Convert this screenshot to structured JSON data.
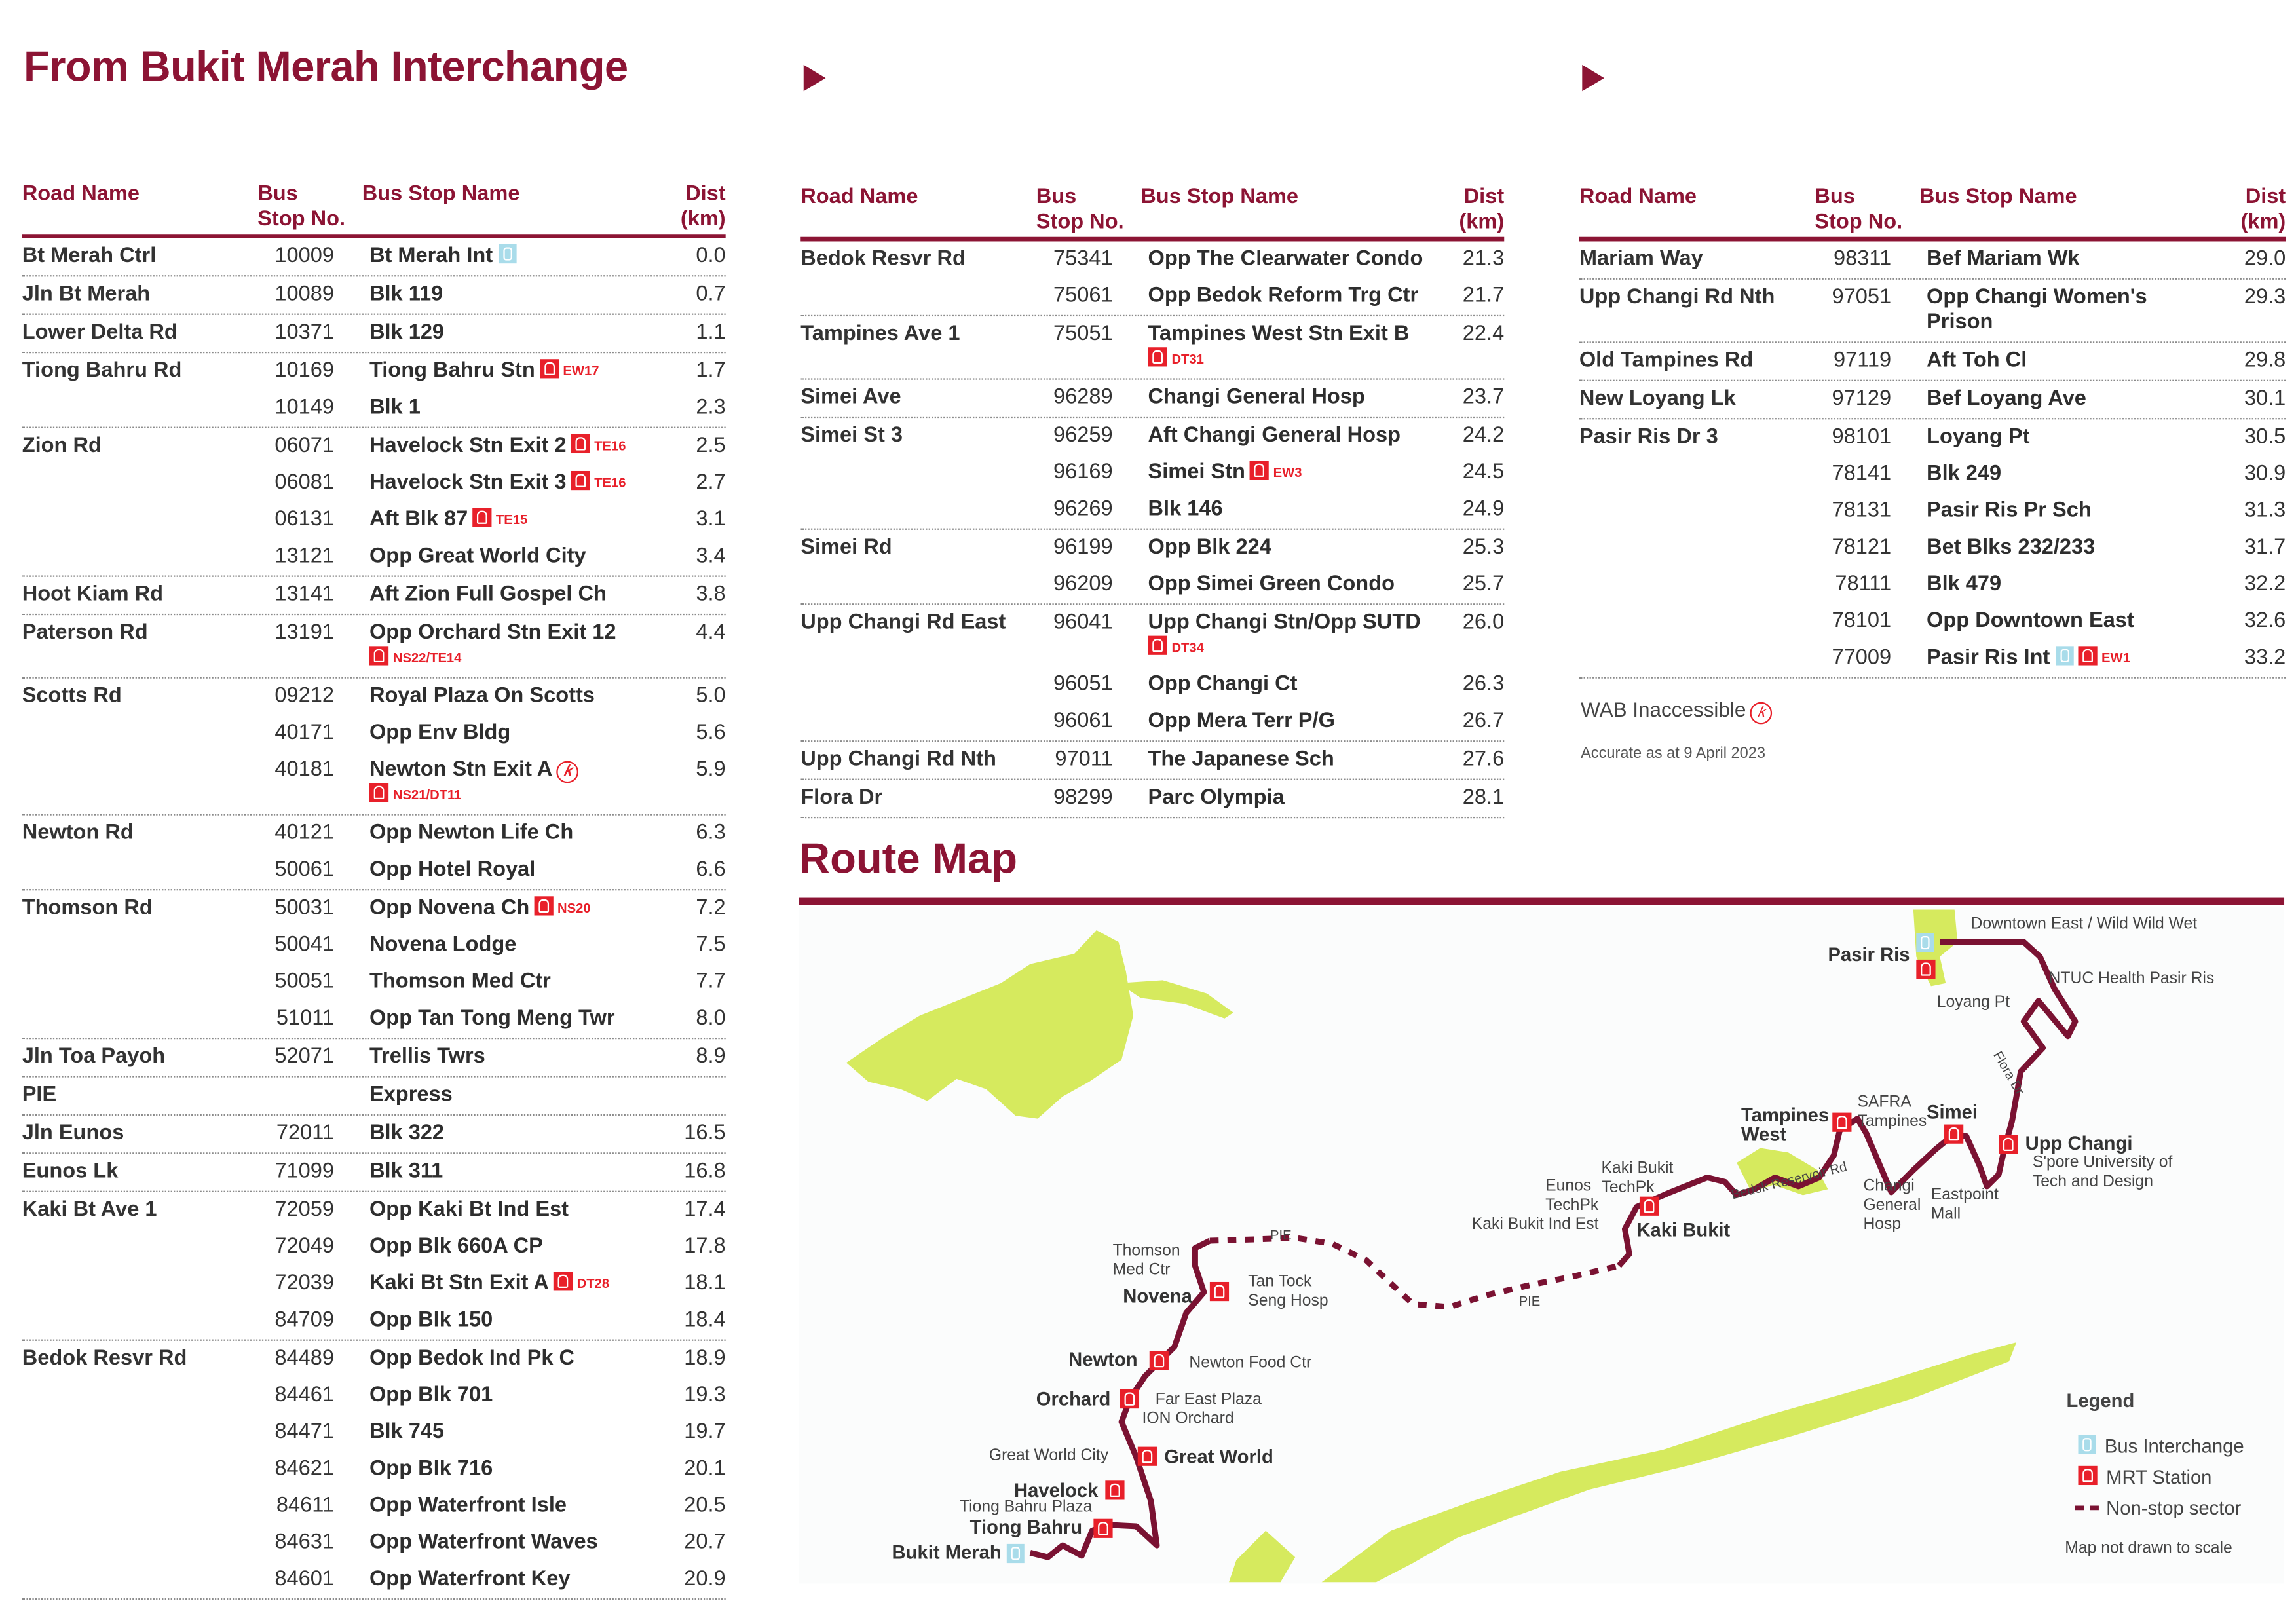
{
  "title": "From Bukit Merah Interchange",
  "headers": {
    "road": "Road Name",
    "bus": "Bus",
    "stop_no": "Stop No.",
    "stop_name": "Bus Stop Name",
    "dist": "Dist",
    "km": "(km)"
  },
  "columns": [
    {
      "groups": [
        {
          "road": "Bt Merah Ctrl",
          "stops": [
            {
              "no": "10009",
              "name": "Bt Merah Int",
              "icon": "int",
              "dist": "0.0"
            }
          ]
        },
        {
          "road": "Jln Bt Merah",
          "stops": [
            {
              "no": "10089",
              "name": "Blk 119",
              "dist": "0.7"
            }
          ]
        },
        {
          "road": "Lower Delta Rd",
          "stops": [
            {
              "no": "10371",
              "name": "Blk 129",
              "dist": "1.1"
            }
          ]
        },
        {
          "road": "Tiong Bahru Rd",
          "stops": [
            {
              "no": "10169",
              "name": "Tiong Bahru Stn",
              "icon": "mrt",
              "code": "EW17",
              "dist": "1.7"
            },
            {
              "no": "10149",
              "name": "Blk 1",
              "dist": "2.3"
            }
          ]
        },
        {
          "road": "Zion Rd",
          "stops": [
            {
              "no": "06071",
              "name": "Havelock Stn Exit 2",
              "icon": "mrt",
              "code": "TE16",
              "dist": "2.5"
            },
            {
              "no": "06081",
              "name": "Havelock Stn Exit 3",
              "icon": "mrt",
              "code": "TE16",
              "dist": "2.7"
            },
            {
              "no": "06131",
              "name": "Aft Blk 87",
              "icon": "mrt",
              "code": "TE15",
              "dist": "3.1"
            },
            {
              "no": "13121",
              "name": "Opp Great World City",
              "dist": "3.4"
            }
          ]
        },
        {
          "road": "Hoot Kiam Rd",
          "stops": [
            {
              "no": "13141",
              "name": "Aft Zion Full Gospel Ch",
              "dist": "3.8"
            }
          ]
        },
        {
          "road": "Paterson Rd",
          "stops": [
            {
              "no": "13191",
              "name": "Opp Orchard Stn Exit 12",
              "icon": "mrt",
              "code": "NS22/TE14",
              "newline": true,
              "dist": "4.4"
            }
          ]
        },
        {
          "road": "Scotts Rd",
          "stops": [
            {
              "no": "09212",
              "name": "Royal Plaza On Scotts",
              "dist": "5.0"
            },
            {
              "no": "40171",
              "name": "Opp Env Bldg",
              "dist": "5.6"
            },
            {
              "no": "40181",
              "name": "Newton Stn Exit A",
              "wab": true,
              "icon": "mrt",
              "code": "NS21/DT11",
              "newline": true,
              "dist": "5.9"
            }
          ]
        },
        {
          "road": "Newton Rd",
          "stops": [
            {
              "no": "40121",
              "name": "Opp Newton Life Ch",
              "dist": "6.3"
            },
            {
              "no": "50061",
              "name": "Opp Hotel Royal",
              "dist": "6.6"
            }
          ]
        },
        {
          "road": "Thomson Rd",
          "stops": [
            {
              "no": "50031",
              "name": "Opp Novena Ch",
              "icon": "mrt",
              "code": "NS20",
              "dist": "7.2"
            },
            {
              "no": "50041",
              "name": "Novena Lodge",
              "dist": "7.5"
            },
            {
              "no": "50051",
              "name": "Thomson Med Ctr",
              "dist": "7.7"
            },
            {
              "no": "51011",
              "name": "Opp Tan Tong Meng Twr",
              "dist": "8.0"
            }
          ]
        },
        {
          "road": "Jln Toa Payoh",
          "stops": [
            {
              "no": "52071",
              "name": "Trellis Twrs",
              "dist": "8.9"
            }
          ]
        },
        {
          "road": "PIE",
          "stops": [
            {
              "no": "",
              "name": "Express",
              "dist": ""
            }
          ]
        },
        {
          "road": "Jln Eunos",
          "stops": [
            {
              "no": "72011",
              "name": "Blk 322",
              "dist": "16.5"
            }
          ]
        },
        {
          "road": "Eunos Lk",
          "stops": [
            {
              "no": "71099",
              "name": "Blk 311",
              "dist": "16.8"
            }
          ]
        },
        {
          "road": "Kaki Bt Ave 1",
          "stops": [
            {
              "no": "72059",
              "name": "Opp Kaki Bt Ind Est",
              "dist": "17.4"
            },
            {
              "no": "72049",
              "name": "Opp Blk 660A CP",
              "dist": "17.8"
            },
            {
              "no": "72039",
              "name": "Kaki Bt Stn Exit A",
              "icon": "mrt",
              "code": "DT28",
              "dist": "18.1"
            },
            {
              "no": "84709",
              "name": "Opp Blk 150",
              "dist": "18.4"
            }
          ]
        },
        {
          "road": "Bedok Resvr Rd",
          "stops": [
            {
              "no": "84489",
              "name": "Opp Bedok Ind Pk C",
              "dist": "18.9"
            },
            {
              "no": "84461",
              "name": "Opp Blk 701",
              "dist": "19.3"
            },
            {
              "no": "84471",
              "name": "Blk 745",
              "dist": "19.7"
            },
            {
              "no": "84621",
              "name": "Opp Blk 716",
              "dist": "20.1"
            },
            {
              "no": "84611",
              "name": "Opp Waterfront Isle",
              "dist": "20.5"
            },
            {
              "no": "84631",
              "name": "Opp Waterfront Waves",
              "dist": "20.7"
            },
            {
              "no": "84601",
              "name": "Opp Waterfront Key",
              "dist": "20.9"
            }
          ]
        }
      ]
    },
    {
      "groups": [
        {
          "road": "Bedok Resvr Rd",
          "stops": [
            {
              "no": "75341",
              "name": "Opp The Clearwater Condo",
              "dist": "21.3"
            },
            {
              "no": "75061",
              "name": "Opp Bedok Reform Trg Ctr",
              "dist": "21.7"
            }
          ]
        },
        {
          "road": "Tampines Ave 1",
          "stops": [
            {
              "no": "75051",
              "name": "Tampines West Stn Exit B",
              "icon": "mrt",
              "code": "DT31",
              "newline": true,
              "dist": "22.4"
            }
          ]
        },
        {
          "road": "Simei Ave",
          "stops": [
            {
              "no": "96289",
              "name": "Changi General Hosp",
              "dist": "23.7"
            }
          ]
        },
        {
          "road": "Simei St 3",
          "stops": [
            {
              "no": "96259",
              "name": "Aft Changi General Hosp",
              "dist": "24.2"
            },
            {
              "no": "96169",
              "name": "Simei Stn",
              "icon": "mrt",
              "code": "EW3",
              "dist": "24.5"
            },
            {
              "no": "96269",
              "name": "Blk 146",
              "dist": "24.9"
            }
          ]
        },
        {
          "road": "Simei Rd",
          "stops": [
            {
              "no": "96199",
              "name": "Opp Blk 224",
              "dist": "25.3"
            },
            {
              "no": "96209",
              "name": "Opp Simei Green Condo",
              "dist": "25.7"
            }
          ]
        },
        {
          "road": "Upp Changi Rd East",
          "stops": [
            {
              "no": "96041",
              "name": "Upp Changi Stn/Opp SUTD",
              "icon": "mrt",
              "code": "DT34",
              "newline": true,
              "dist": "26.0"
            },
            {
              "no": "96051",
              "name": "Opp Changi Ct",
              "dist": "26.3"
            },
            {
              "no": "96061",
              "name": "Opp Mera Terr P/G",
              "dist": "26.7"
            }
          ]
        },
        {
          "road": "Upp Changi Rd Nth",
          "stops": [
            {
              "no": "97011",
              "name": "The Japanese Sch",
              "dist": "27.6"
            }
          ]
        },
        {
          "road": "Flora Dr",
          "stops": [
            {
              "no": "98299",
              "name": "Parc Olympia",
              "dist": "28.1"
            }
          ]
        }
      ]
    },
    {
      "groups": [
        {
          "road": "Mariam Way",
          "stops": [
            {
              "no": "98311",
              "name": "Bef Mariam Wk",
              "dist": "29.0"
            }
          ]
        },
        {
          "road": "Upp Changi Rd Nth",
          "stops": [
            {
              "no": "97051",
              "name": "Opp Changi Women's Prison",
              "dist": "29.3"
            }
          ]
        },
        {
          "road": "Old Tampines Rd",
          "stops": [
            {
              "no": "97119",
              "name": "Aft Toh Cl",
              "dist": "29.8"
            }
          ]
        },
        {
          "road": "New Loyang Lk",
          "stops": [
            {
              "no": "97129",
              "name": "Bef Loyang Ave",
              "dist": "30.1"
            }
          ]
        },
        {
          "road": "Pasir Ris Dr 3",
          "stops": [
            {
              "no": "98101",
              "name": "Loyang Pt",
              "dist": "30.5"
            },
            {
              "no": "78141",
              "name": "Blk 249",
              "dist": "30.9"
            },
            {
              "no": "78131",
              "name": "Pasir Ris Pr Sch",
              "dist": "31.3"
            },
            {
              "no": "78121",
              "name": "Bet Blks 232/233",
              "dist": "31.7"
            },
            {
              "no": "78111",
              "name": "Blk 479",
              "dist": "32.2"
            },
            {
              "no": "78101",
              "name": "Opp Downtown East",
              "dist": "32.6"
            },
            {
              "no": "77009",
              "name": "Pasir Ris Int",
              "icon": "int",
              "icon2": "mrt",
              "code": "EW1",
              "dist": "33.2"
            }
          ]
        }
      ]
    }
  ],
  "footer": {
    "wab": "WAB Inaccessible",
    "accurate": "Accurate as at 9 April 2023"
  },
  "route_map": {
    "title": "Route Map",
    "labels": {
      "bukit_merah": "Bukit Merah",
      "tiong_bahru": "Tiong Bahru",
      "tb_plaza": "Tiong Bahru Plaza",
      "havelock": "Havelock",
      "gw_city": "Great World City",
      "great_world": "Great World",
      "orchard": "Orchard",
      "far_east": "Far East Plaza",
      "ion": "ION Orchard",
      "newton": "Newton",
      "newton_food": "Newton Food Ctr",
      "novena": "Novena",
      "ttsh": "Tan Tock Seng Hosp",
      "thomson": "Thomson Med Ctr",
      "pie1": "PIE",
      "pie2": "PIE",
      "kaki_bukit_ind": "Kaki Bukit Ind Est",
      "eunos": "Eunos TechPk",
      "kb_techpk": "Kaki Bukit TechPk",
      "kaki_bukit": "Kaki Bukit",
      "bedok_rd": "Bedok Reservoir Rd",
      "tampines_w": "Tampines West",
      "safra": "SAFRA Tampines",
      "simei": "Simei",
      "cgh": "Changi General Hosp",
      "eastpoint": "Eastpoint Mall",
      "upp_changi": "Upp Changi",
      "sutd": "S'pore University of Tech and Design",
      "flora": "Flora Dr",
      "loyang": "Loyang Pt",
      "ntuc": "NTUC Health Pasir Ris",
      "dte": "Downtown East / Wild Wild Wet",
      "pasir_ris": "Pasir Ris"
    },
    "legend": {
      "title": "Legend",
      "items": [
        "Bus Interchange",
        "MRT Station",
        "Non-stop sector"
      ],
      "note": "Map not drawn to scale"
    }
  },
  "colors": {
    "brand": "#8c1434",
    "mrt": "#e8202a",
    "interchange": "#a9dcea",
    "land": "#d6ea5e"
  }
}
